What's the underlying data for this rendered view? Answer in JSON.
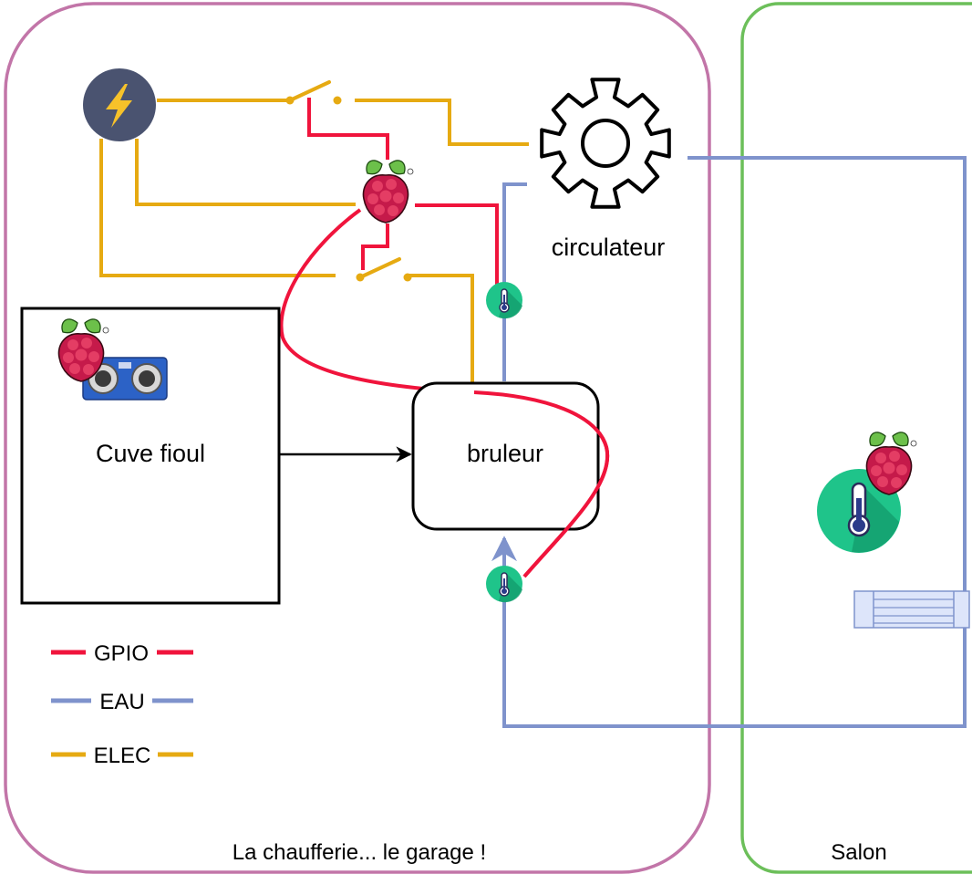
{
  "zones": {
    "chaufferie": {
      "label": "La chaufferie... le garage !"
    },
    "salon": {
      "label": "Salon"
    }
  },
  "nodes": {
    "tank": {
      "label": "Cuve fioul"
    },
    "burner": {
      "label": "bruleur"
    },
    "circulator": {
      "label": "circulateur"
    }
  },
  "legend": {
    "items": [
      {
        "label": "GPIO",
        "color": "#f0143c"
      },
      {
        "label": "EAU",
        "color": "#7f93cc"
      },
      {
        "label": "ELEC",
        "color": "#e6aa12"
      }
    ]
  },
  "icons": [
    "power-icon",
    "relay-switch-icon",
    "raspberry-pi-icon",
    "gear-icon",
    "thermometer-icon",
    "ultrasonic-sensor-icon",
    "radiator-icon"
  ],
  "colors": {
    "gpio": "#f0143c",
    "water": "#7f93cc",
    "electric": "#e6aa12",
    "chaufferie_border": "#c275a8",
    "salon_border": "#6cbf5a"
  }
}
